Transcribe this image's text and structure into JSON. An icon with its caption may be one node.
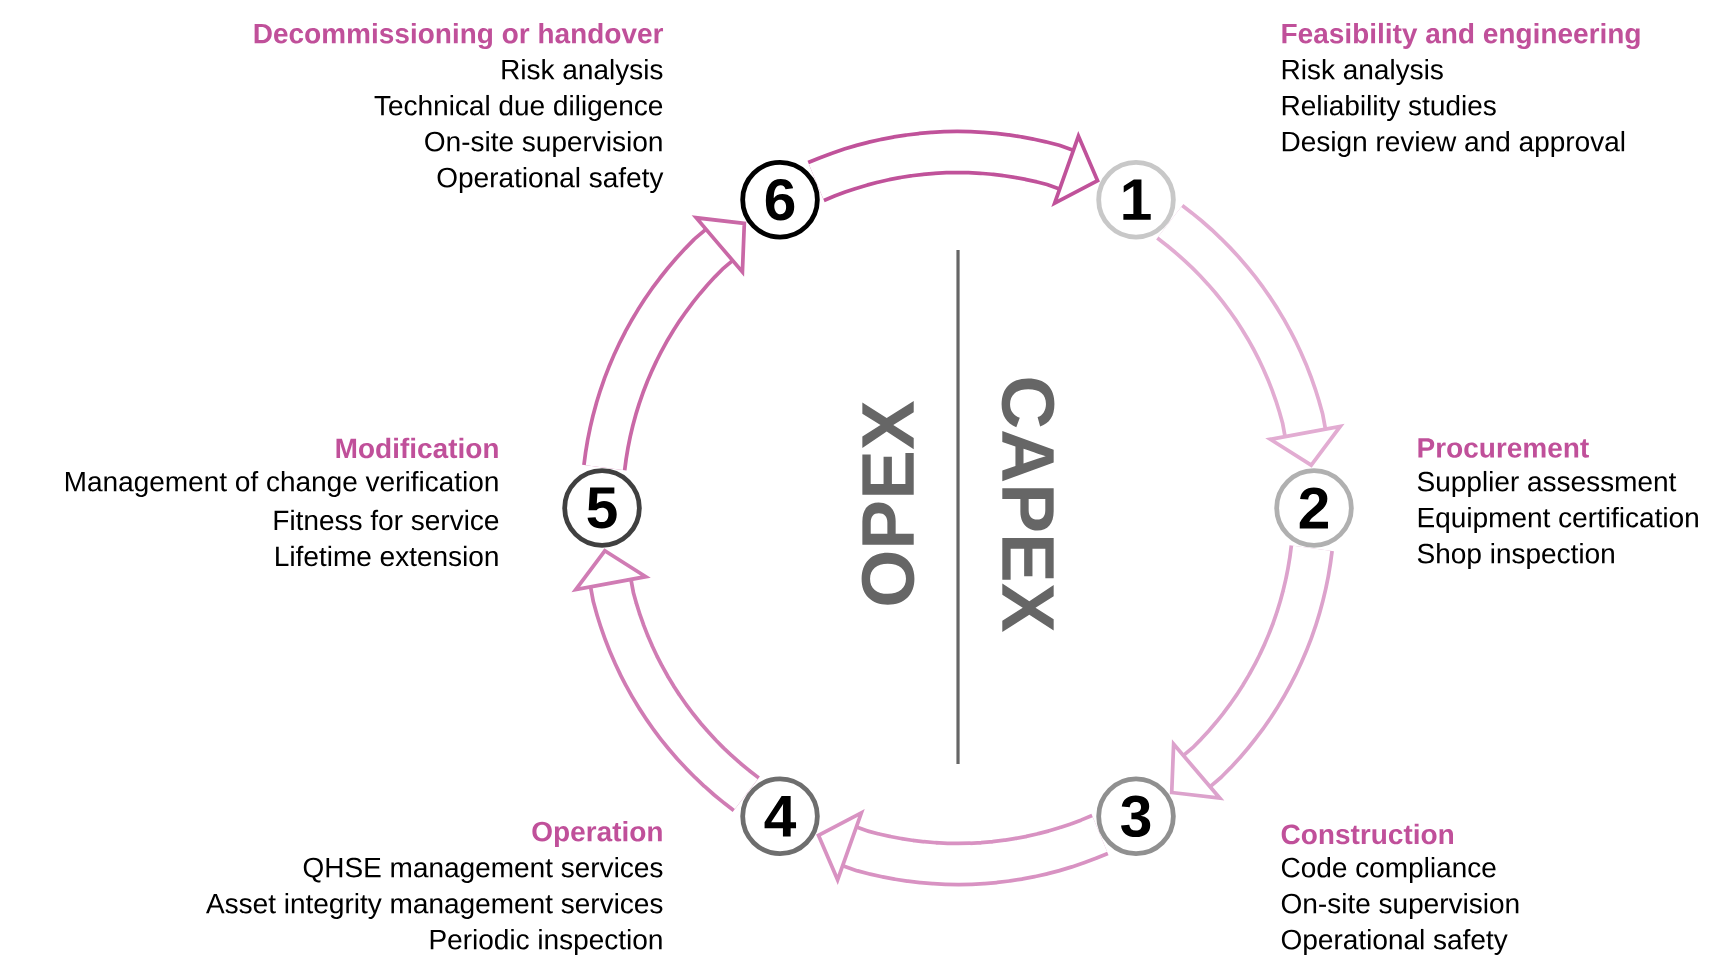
{
  "diagram": {
    "nodes": [
      {
        "text": [
          "1"
        ],
        "beside": [
          "Feasibility and engineering",
          "Risk analysis",
          "Reliability studies",
          "Design review and approval"
        ]
      },
      {
        "text": [
          "2"
        ],
        "beside": [
          "Procurement",
          "Supplier assessment",
          "Equipment certification",
          "Shop inspection"
        ]
      },
      {
        "text": [
          "3"
        ],
        "beside": [
          "Construction",
          "Code compliance",
          "On-site supervision",
          "Operational safety"
        ]
      },
      {
        "text": [
          "4"
        ],
        "beside": [
          "Operation",
          "QHSE management services",
          "Asset integrity management services",
          "Periodic inspection"
        ]
      },
      {
        "text": [
          "5"
        ],
        "beside": [
          "Modification",
          "Management of change verification",
          "Fitness for service",
          "Lifetime extension"
        ]
      },
      {
        "text": [
          "6"
        ],
        "beside": [
          "Decommissioning or handover",
          "Risk analysis",
          "Technical due diligence",
          "On-site supervision",
          "Operational safety"
        ]
      }
    ],
    "edges": [
      {
        "from": 0,
        "to": 1,
        "arrow": "to",
        "color": "#e2acd2"
      },
      {
        "from": 1,
        "to": 2,
        "arrow": "to",
        "color": "#dca2cc"
      },
      {
        "from": 2,
        "to": 3,
        "arrow": "to",
        "color": "#d892c2"
      },
      {
        "from": 3,
        "to": 4,
        "arrow": "to",
        "color": "#d07cb4"
      },
      {
        "from": 4,
        "to": 5,
        "arrow": "to",
        "color": "#c968a6"
      },
      {
        "from": 5,
        "to": 0,
        "arrow": "to",
        "color": "#c0529a"
      }
    ],
    "labels": [
      "OPEX",
      "CAPEX"
    ]
  }
}
